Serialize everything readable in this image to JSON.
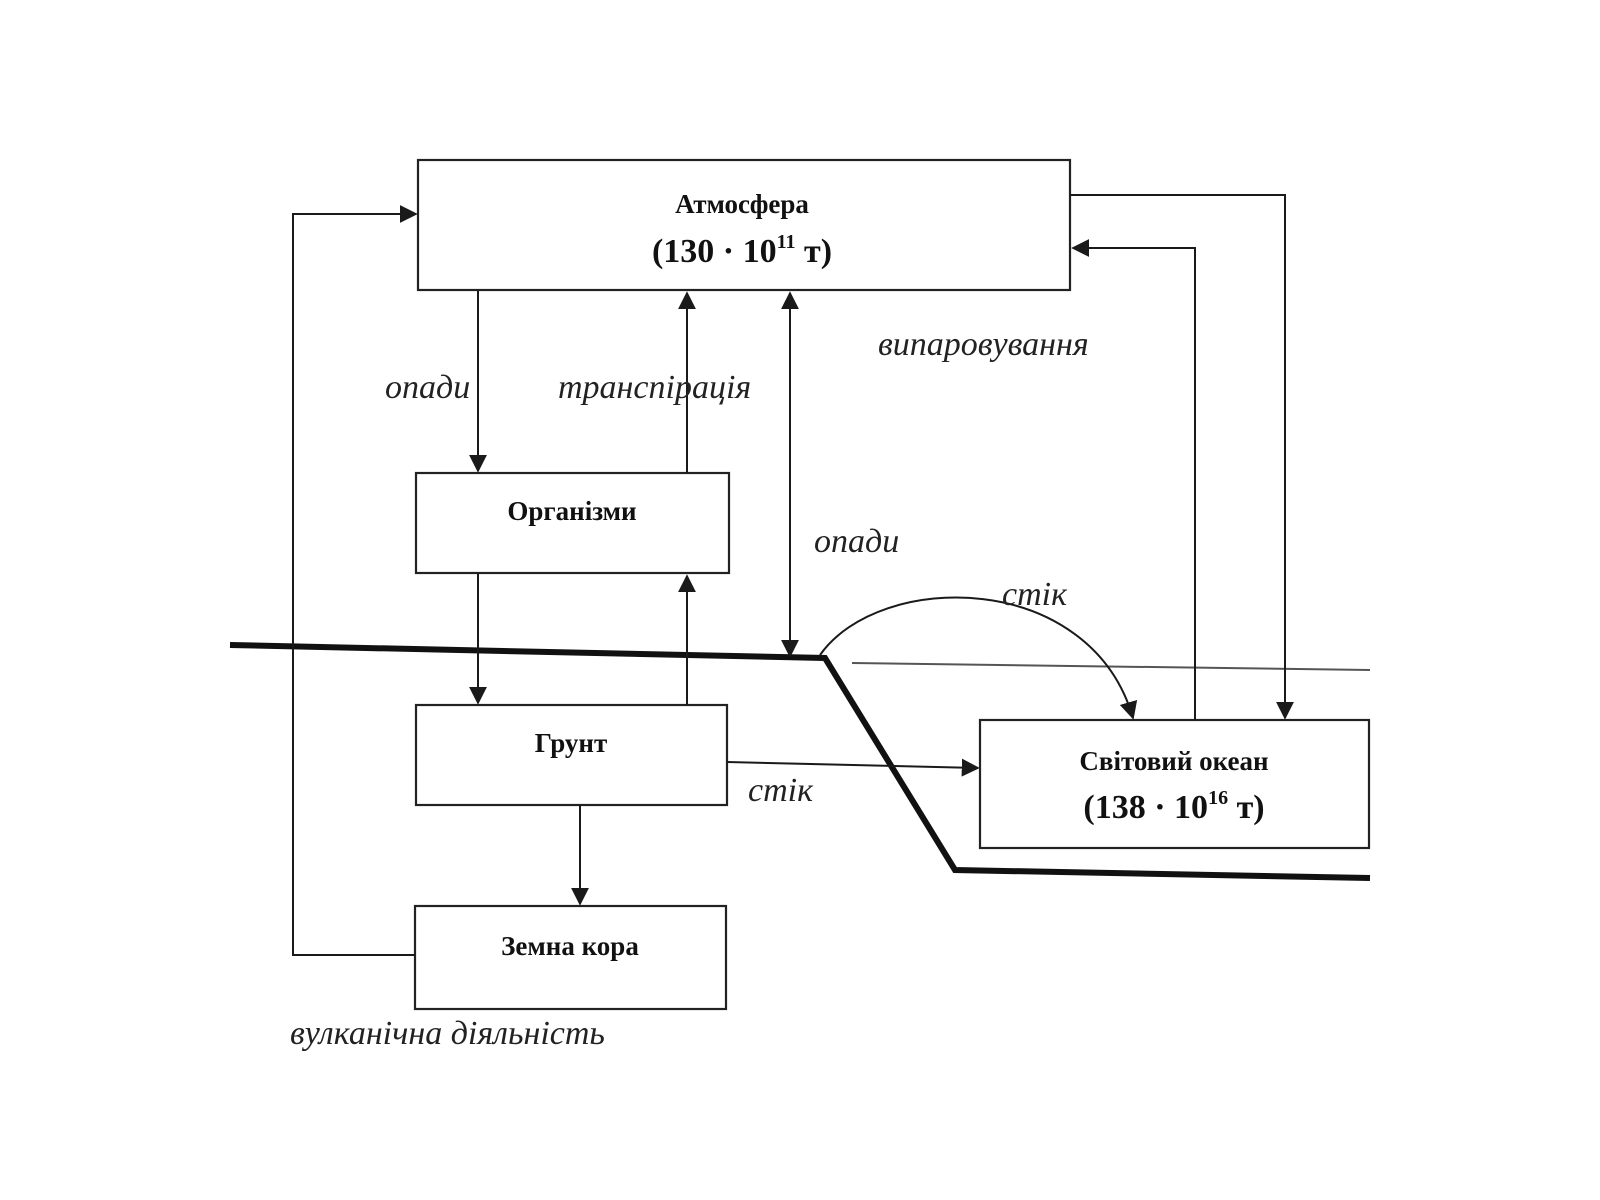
{
  "diagram": {
    "boxes": {
      "atmosphere": {
        "title": "Атмосфера",
        "value_prefix": "(130 · 10",
        "value_exp": "11",
        "value_suffix": " т)"
      },
      "organisms": {
        "title": "Організми"
      },
      "soil": {
        "title": "Грунт"
      },
      "crust": {
        "title": "Земна кора"
      },
      "ocean": {
        "title": "Світовий океан",
        "value_prefix": "(138 · 10",
        "value_exp": "16",
        "value_suffix": " т)"
      }
    },
    "labels": {
      "precip_organisms": "опади",
      "transpiration": "транспірація",
      "evaporation": "випаровування",
      "precip_surface": "опади",
      "runoff_arc": "стік",
      "runoff_soil": "стік",
      "volcanic": "вулканічна діяльність"
    },
    "colors": {
      "line": "#1a1a1a",
      "box_border": "#222222",
      "text": "#111111"
    }
  }
}
